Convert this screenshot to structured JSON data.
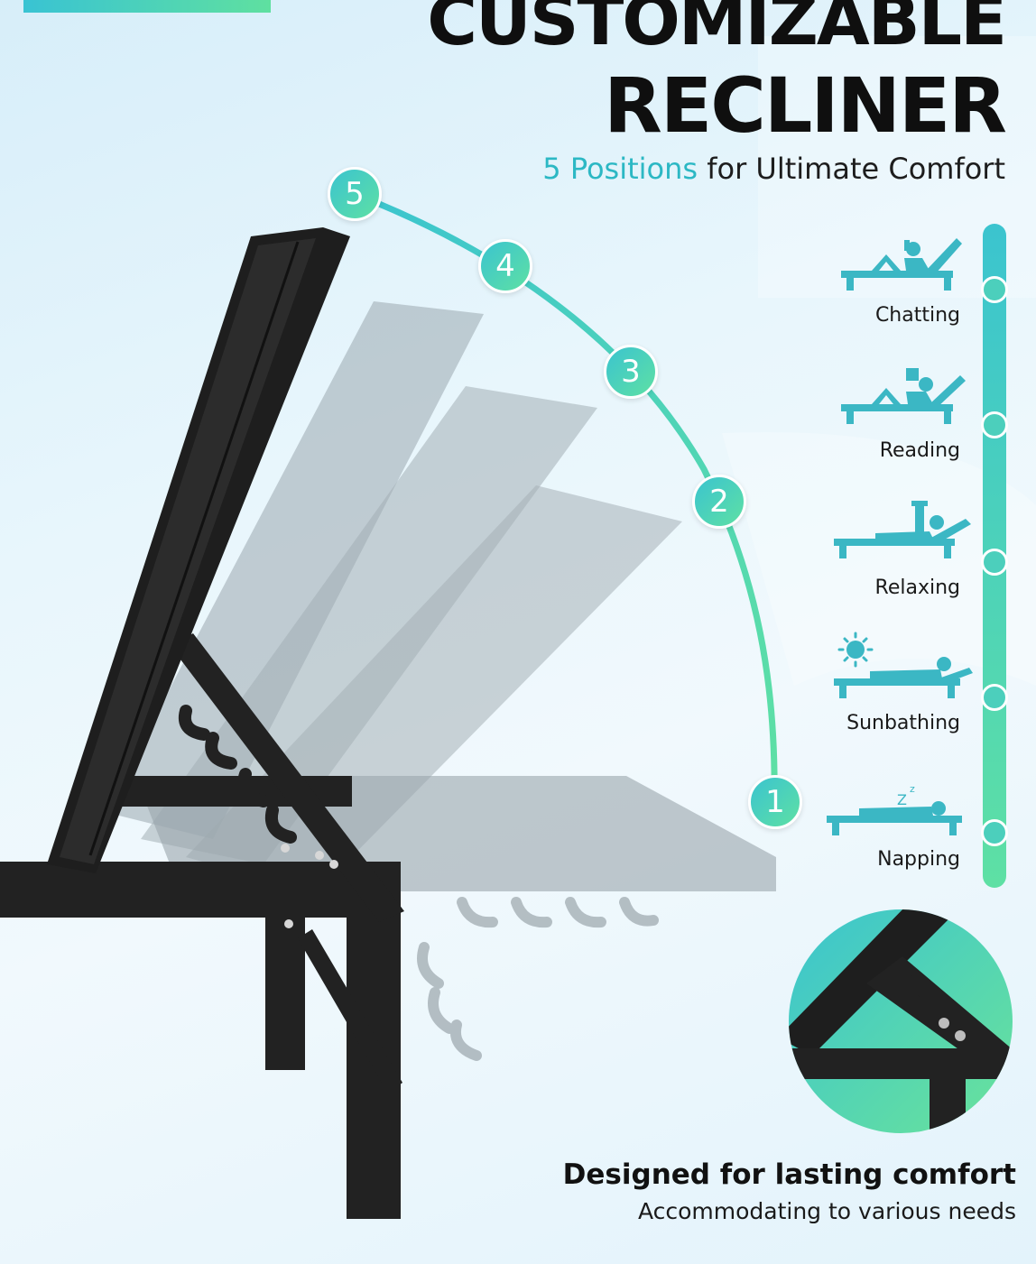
{
  "header": {
    "title_line_1": "CUSTOMIZABLE",
    "title_line_2": "RECLINER",
    "subtitle_highlight": "5 Positions",
    "subtitle_rest": " for Ultimate Comfort"
  },
  "steps": [
    "5",
    "4",
    "3",
    "2",
    "1"
  ],
  "positions": [
    {
      "label": "Chatting",
      "icon": "chatting-person-icon"
    },
    {
      "label": "Reading",
      "icon": "reading-person-icon"
    },
    {
      "label": "Relaxing",
      "icon": "relaxing-person-icon"
    },
    {
      "label": "Sunbathing",
      "icon": "sunbathing-person-icon"
    },
    {
      "label": "Napping",
      "icon": "napping-person-icon"
    }
  ],
  "napping_zz": "Z",
  "napping_zz_small": "z",
  "footer": {
    "title": "Designed for lasting comfort",
    "subtitle": "Accommodating to various needs"
  },
  "colors": {
    "accent_start": "#3bc4cf",
    "accent_end": "#5ee0a4",
    "frame": "#222222",
    "ghost": "#a3aeb4",
    "icon": "#3bb7c4"
  }
}
